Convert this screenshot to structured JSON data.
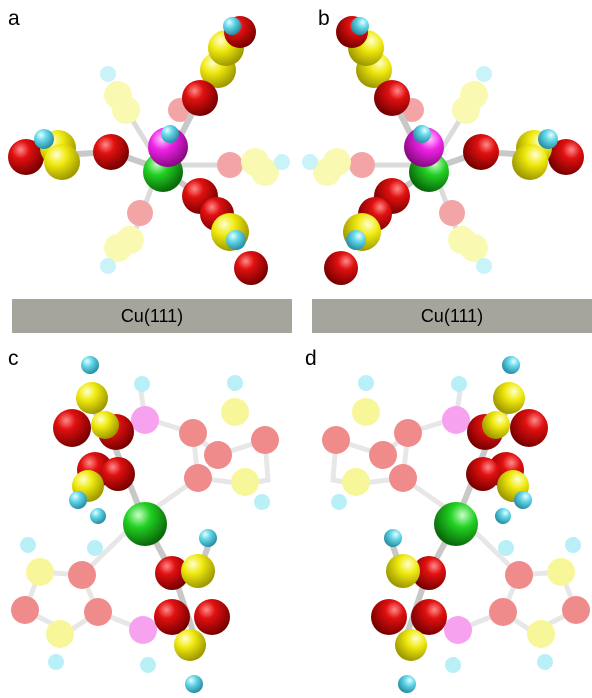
{
  "panels": [
    {
      "letter": "a"
    },
    {
      "letter": "b"
    },
    {
      "letter": "c"
    },
    {
      "letter": "d"
    }
  ],
  "surface_label_left": "Cu(111)",
  "surface_label_right": "Cu(111)",
  "colors": {
    "background": "#ffffff",
    "surface_bar": "#a6a59d",
    "metal_center": "#22cc22",
    "pink_atom": "#ee33dd",
    "oxygen_red": "#dd0000",
    "carbon_yellow": "#eeee22",
    "hydrogen_cyan": "#66ddee",
    "bond_grey": "#bbbbbb"
  }
}
